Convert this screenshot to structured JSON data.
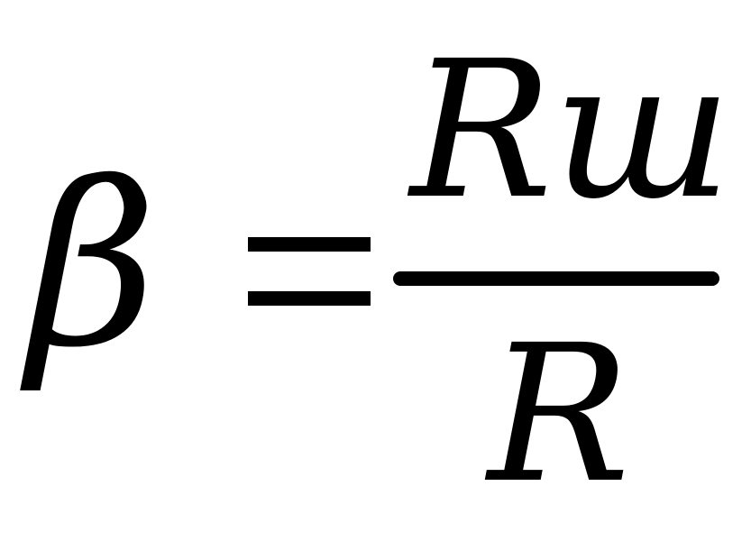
{
  "equation": {
    "lhs": "β",
    "numerator": "Rш",
    "denominator": "R"
  },
  "colors": {
    "text": "#000000",
    "background": "#ffffff"
  }
}
